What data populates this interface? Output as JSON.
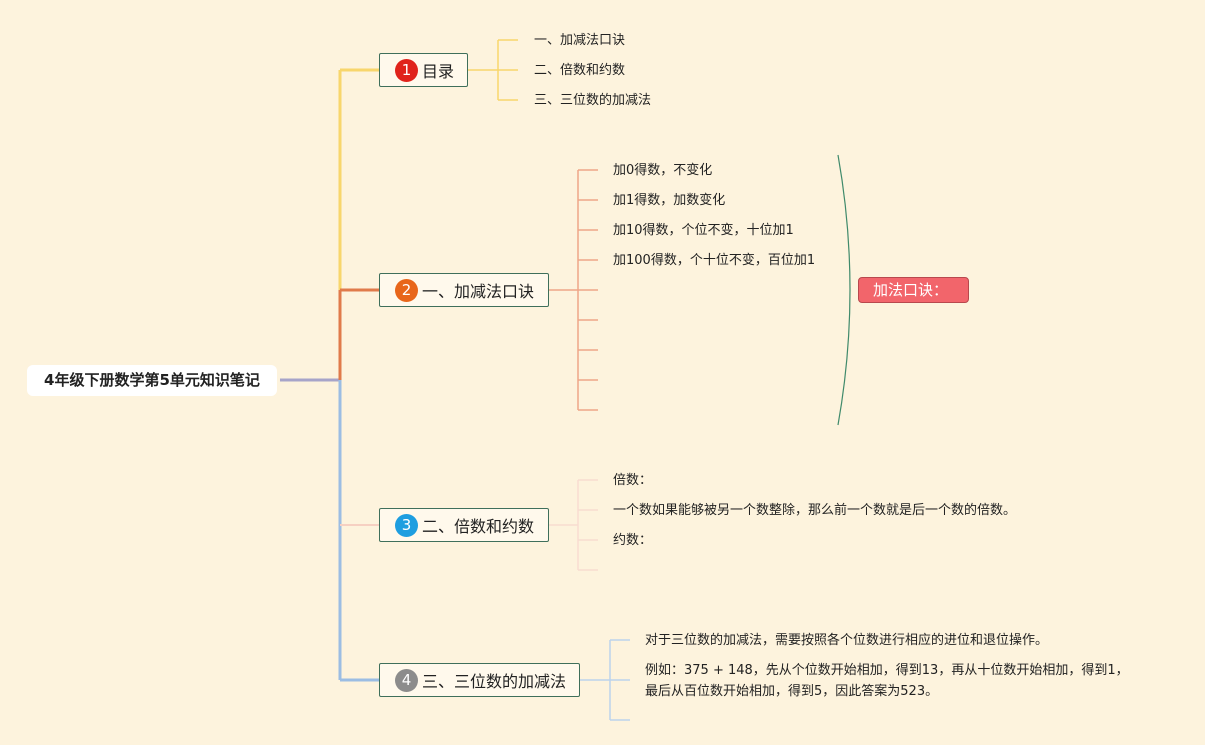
{
  "root": {
    "title": "4年级下册数学第5单元知识笔记"
  },
  "colors": {
    "background": "#fdf3dd",
    "branch_1": "#f8d66c",
    "branch_2": "#e07a4a",
    "branch_3": "#f6d0c2",
    "branch_4": "#9bbde3",
    "badge_1": "#e0231b",
    "badge_2": "#e8661a",
    "badge_3": "#1e9ee0",
    "badge_4": "#8c8c8c",
    "note_pill": "#f2656b"
  },
  "topics": [
    {
      "badge": "1",
      "label": "目录",
      "items": [
        "一、加减法口诀",
        "二、倍数和约数",
        "三、三位数的加减法"
      ]
    },
    {
      "badge": "2",
      "label": "一、加减法口诀",
      "items": [
        "加0得数，不变化",
        "加1得数，加数变化",
        "加10得数，个位不变，十位加1",
        "加100得数，个十位不变，百位加1"
      ],
      "summary": "加法口诀："
    },
    {
      "badge": "3",
      "label": "二、倍数和约数",
      "items": [
        "倍数：",
        "一个数如果能够被另一个数整除，那么前一个数就是后一个数的倍数。",
        "约数："
      ]
    },
    {
      "badge": "4",
      "label": "三、三位数的加减法",
      "items": [
        "对于三位数的加减法，需要按照各个位数进行相应的进位和退位操作。",
        "例如：375 + 148，先从个位数开始相加，得到13，再从十位数开始相加，得到1，",
        "最后从百位数开始相加，得到5，因此答案为523。"
      ]
    }
  ]
}
